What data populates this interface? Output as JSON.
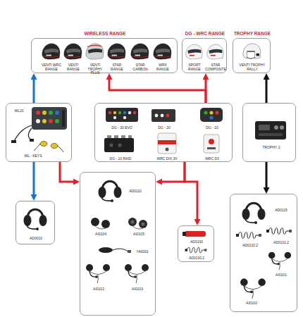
{
  "diagram": {
    "nodes": [
      {
        "text": [
          "WIRELESS RANGE",
          "VENTI WRC RANGE",
          "VENTI RANGE",
          "VENTI TROPHY PLUS",
          "STAR RANGE",
          "STAR CARBON",
          "WRX RANGE"
        ]
      },
      {
        "text": [
          "DG - WRC RANGE",
          "SPORT RANGE",
          "STAR COMPOSITE"
        ]
      },
      {
        "text": [
          "TROPHY RANGE",
          "VENTI TROPHY RALLY"
        ]
      },
      {
        "text": [
          "WL10",
          "WL - KEYS"
        ]
      },
      {
        "text": [
          "DG - 30 EVO",
          "DG - 20",
          "DG - 10",
          "DG - 10 RAID",
          "WRC DIX 3V",
          "WRC D3"
        ]
      },
      {
        "text": [
          "TROPHY 2"
        ]
      },
      {
        "text": [
          "AD0010"
        ]
      },
      {
        "text": [
          "AD0110",
          "AI0104",
          "AI0105",
          "YA0001",
          "AI0102",
          "AI0103"
        ]
      },
      {
        "text": [
          "AD0100",
          "AD0100.2"
        ]
      },
      {
        "text": [
          "AD0115",
          "AD0102.2",
          "AD0101.2",
          "AI0101",
          "AI0100"
        ]
      }
    ],
    "edges": [
      {
        "from": 3,
        "to": 0,
        "arrow": "to"
      },
      {
        "from": 3,
        "to": 6,
        "arrow": "to"
      },
      {
        "from": 3,
        "to": 7,
        "arrow": "to"
      },
      {
        "from": 4,
        "to": 0,
        "arrow": "to"
      },
      {
        "from": 4,
        "to": 1,
        "arrow": "to"
      },
      {
        "from": 4,
        "to": 7,
        "arrow": "to"
      },
      {
        "from": 4,
        "to": 8,
        "arrow": "to"
      },
      {
        "from": 5,
        "to": 2,
        "arrow": "to"
      },
      {
        "from": 5,
        "to": 9,
        "arrow": "to"
      }
    ]
  }
}
